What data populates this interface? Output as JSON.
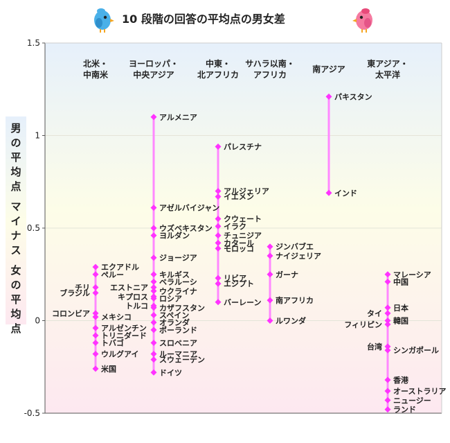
{
  "chart_data": {
    "type": "scatter",
    "title": "10 段階の回答の平均点の男女差",
    "ylabel": "男の平均点 マイナス 女の平均点",
    "ylim": [
      -0.5,
      1.5
    ],
    "yticks": [
      {
        "value": -0.5,
        "label": "-0.5"
      },
      {
        "value": 0,
        "label": "0"
      },
      {
        "value": 0.5,
        "label": "0.5"
      },
      {
        "value": 1,
        "label": "1"
      },
      {
        "value": 1.5,
        "label": "1.5"
      }
    ],
    "grid": true,
    "marker_color": "#ff33ff",
    "line_color": "#ff88ff",
    "background_colors": [
      "#e6f0fb",
      "#fdfde8",
      "#fde8f0"
    ],
    "categories": [
      {
        "label": [
          "北米・",
          "中南米"
        ],
        "points": [
          {
            "name": "エクアドル",
            "y": 0.29,
            "side": "right"
          },
          {
            "name": "ペルー",
            "y": 0.25,
            "side": "right"
          },
          {
            "name": "チリ",
            "y": 0.18,
            "side": "left"
          },
          {
            "name": "ブラジル",
            "y": 0.15,
            "side": "left"
          },
          {
            "name": "コロンビア",
            "y": 0.04,
            "side": "left"
          },
          {
            "name": "メキシコ",
            "y": 0.02,
            "side": "right"
          },
          {
            "name": "アルゼンチン",
            "y": -0.04,
            "side": "right"
          },
          {
            "name": "トリニダード",
            "y": -0.08,
            "side": "right"
          },
          {
            "name": "トバゴ",
            "y": -0.12,
            "side": "right"
          },
          {
            "name": "ウルグアイ",
            "y": -0.18,
            "side": "right"
          },
          {
            "name": "米国",
            "y": -0.26,
            "side": "right"
          }
        ]
      },
      {
        "label": [
          "ヨーロッパ・",
          "中央アジア"
        ],
        "points": [
          {
            "name": "アルメニア",
            "y": 1.1,
            "side": "right"
          },
          {
            "name": "アゼルバイジャン",
            "y": 0.61,
            "side": "right"
          },
          {
            "name": "ウズベキスタン",
            "y": 0.5,
            "side": "right"
          },
          {
            "name": "ヨルダン",
            "y": 0.46,
            "side": "right"
          },
          {
            "name": "ジョージア",
            "y": 0.34,
            "side": "right"
          },
          {
            "name": "キルギス",
            "y": 0.25,
            "side": "right"
          },
          {
            "name": "ベラルーシ",
            "y": 0.21,
            "side": "right"
          },
          {
            "name": "エストニア",
            "y": 0.18,
            "side": "left"
          },
          {
            "name": "ウクライナ",
            "y": 0.16,
            "side": "right"
          },
          {
            "name": "キプロス",
            "y": 0.13,
            "side": "left"
          },
          {
            "name": "ロシア",
            "y": 0.12,
            "side": "right"
          },
          {
            "name": "トルコ",
            "y": 0.08,
            "side": "left"
          },
          {
            "name": "カザフスタン",
            "y": 0.07,
            "side": "right"
          },
          {
            "name": "スペイン",
            "y": 0.03,
            "side": "right"
          },
          {
            "name": "オランダ",
            "y": -0.01,
            "side": "right"
          },
          {
            "name": "ポーランド",
            "y": -0.05,
            "side": "right"
          },
          {
            "name": "スロベニア",
            "y": -0.12,
            "side": "right"
          },
          {
            "name": "ルーマニア",
            "y": -0.18,
            "side": "right"
          },
          {
            "name": "スウェーデン",
            "y": -0.21,
            "side": "right"
          },
          {
            "name": "ドイツ",
            "y": -0.28,
            "side": "right"
          }
        ]
      },
      {
        "label": [
          "中東・",
          "北アフリカ"
        ],
        "points": [
          {
            "name": "パレスチナ",
            "y": 0.94,
            "side": "right"
          },
          {
            "name": "アルジェリア",
            "y": 0.7,
            "side": "right"
          },
          {
            "name": "イエメン",
            "y": 0.67,
            "side": "right"
          },
          {
            "name": "クウェート",
            "y": 0.55,
            "side": "right"
          },
          {
            "name": "イラク",
            "y": 0.51,
            "side": "right"
          },
          {
            "name": "チュニジア",
            "y": 0.46,
            "side": "right"
          },
          {
            "name": "カタール",
            "y": 0.42,
            "side": "right"
          },
          {
            "name": "モロッコ",
            "y": 0.39,
            "side": "right"
          },
          {
            "name": "リビア",
            "y": 0.23,
            "side": "right"
          },
          {
            "name": "エジプト",
            "y": 0.2,
            "side": "right"
          },
          {
            "name": "バーレーン",
            "y": 0.1,
            "side": "right"
          }
        ]
      },
      {
        "label": [
          "サハラ以南・",
          "アフリカ"
        ],
        "points": [
          {
            "name": "ジンバブエ",
            "y": 0.4,
            "side": "right"
          },
          {
            "name": "ナイジェリア",
            "y": 0.35,
            "side": "right"
          },
          {
            "name": "ガーナ",
            "y": 0.25,
            "side": "right"
          },
          {
            "name": "南アフリカ",
            "y": 0.11,
            "side": "right"
          },
          {
            "name": "ルワンダ",
            "y": 0.0,
            "side": "right"
          }
        ]
      },
      {
        "label": [
          "南アジア"
        ],
        "points": [
          {
            "name": "パキスタン",
            "y": 1.21,
            "side": "right"
          },
          {
            "name": "インド",
            "y": 0.69,
            "side": "right"
          }
        ]
      },
      {
        "label": [
          "東アジア・",
          "太平洋"
        ],
        "points": [
          {
            "name": "マレーシア",
            "y": 0.25,
            "side": "right"
          },
          {
            "name": "中国",
            "y": 0.21,
            "side": "right"
          },
          {
            "name": "日本",
            "y": 0.07,
            "side": "right"
          },
          {
            "name": "タイ",
            "y": 0.04,
            "side": "left"
          },
          {
            "name": "韓国",
            "y": 0.0,
            "side": "right"
          },
          {
            "name": "フィリピン",
            "y": -0.02,
            "side": "left"
          },
          {
            "name": "台湾",
            "y": -0.14,
            "side": "left"
          },
          {
            "name": "シンガポール",
            "y": -0.16,
            "side": "right"
          },
          {
            "name": "香港",
            "y": -0.32,
            "side": "right"
          },
          {
            "name": "オーストラリア",
            "y": -0.38,
            "side": "right"
          },
          {
            "name": "ニュージー",
            "y": -0.43,
            "side": "right"
          },
          {
            "name": "ランド",
            "y": -0.48,
            "side": "right"
          }
        ]
      }
    ],
    "icons": [
      "blue-bird-icon",
      "pink-bird-icon"
    ]
  }
}
